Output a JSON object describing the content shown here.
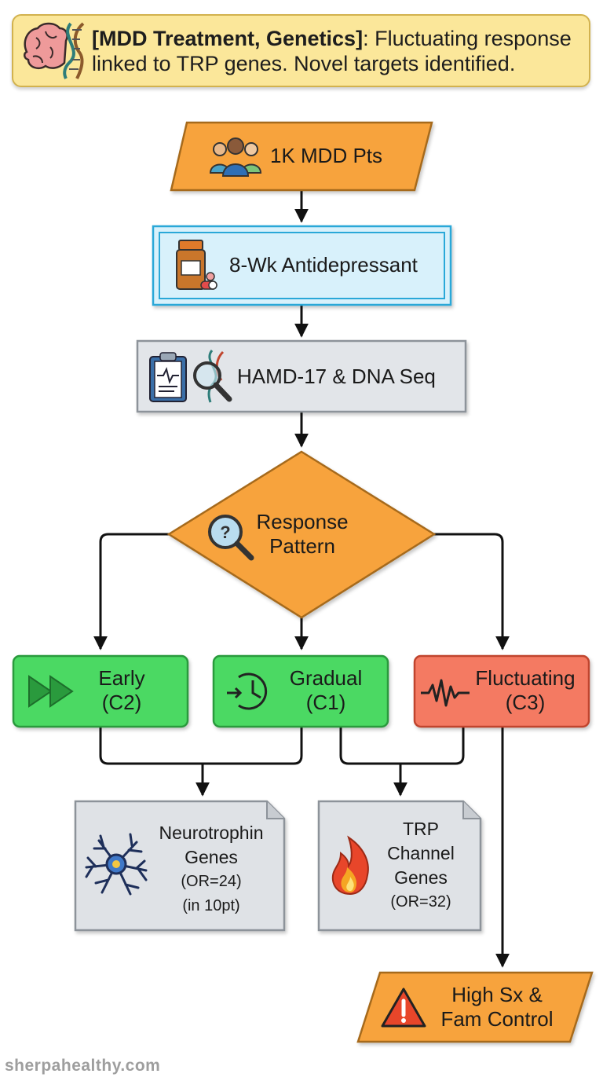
{
  "header": {
    "tag": "[MDD Treatment, Genetics]",
    "text": ": Fluctuating response linked to TRP genes. Novel targets identified."
  },
  "flow": {
    "patients": "1K MDD Pts",
    "treatment": "8-Wk Antidepressant",
    "assessment": "HAMD-17 & DNA Seq",
    "decision": {
      "line1": "Response",
      "line2": "Pattern"
    },
    "early": {
      "line1": "Early",
      "line2": "(C2)"
    },
    "gradual": {
      "line1": "Gradual",
      "line2": "(C1)"
    },
    "fluctuating": {
      "line1": "Fluctuating",
      "line2": "(C3)"
    },
    "neuro": {
      "line1": "Neurotrophin",
      "line2": "Genes",
      "line3": "(OR=24)",
      "line4": "(in 10pt)"
    },
    "trp": {
      "line1": "TRP",
      "line2": "Channel",
      "line3": "Genes",
      "line4": "(OR=32)"
    },
    "outcome": {
      "line1": "High Sx &",
      "line2": "Fam Control"
    }
  },
  "footer": "sherpahealthy.com",
  "colors": {
    "banner": "#fbe79a",
    "parallelogram": "#f7a33d",
    "treatment": "#d8f1fb",
    "assessment": "#e2e5e9",
    "green": "#4cd964",
    "red": "#f47a62",
    "document": "#dfe2e6"
  },
  "icons": [
    "brain-dna-icon",
    "people-icon",
    "pill-bottle-icon",
    "clipboard-icon",
    "dna-magnifier-icon",
    "question-magnifier-icon",
    "fast-forward-icon",
    "clock-icon",
    "pulse-icon",
    "neuron-icon",
    "flame-icon",
    "warning-icon"
  ]
}
